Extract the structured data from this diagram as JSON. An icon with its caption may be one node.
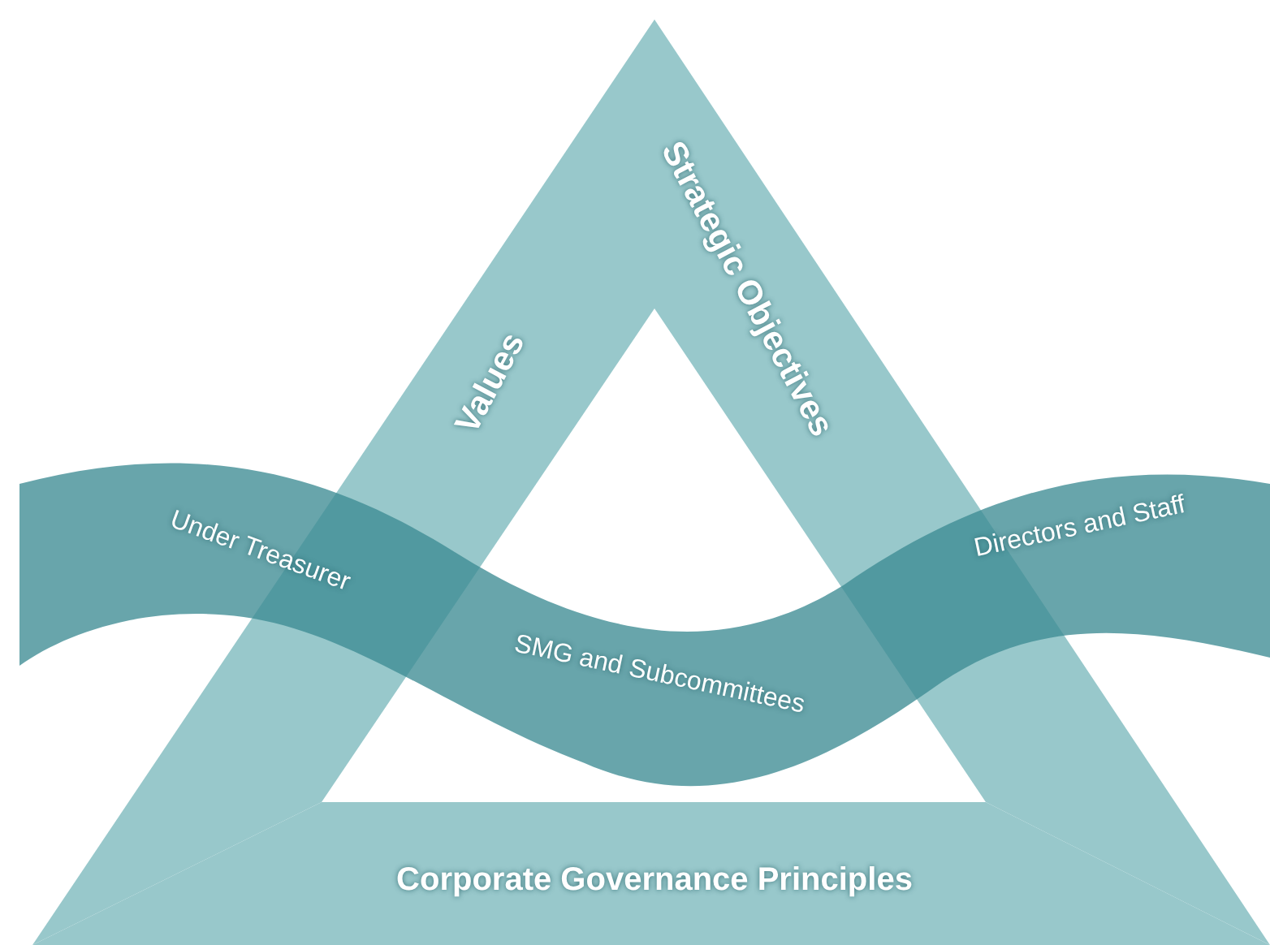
{
  "diagram": {
    "nodes": [
      {
        "text": [
          "Values"
        ]
      },
      {
        "text": [
          "Strategic Objectives"
        ]
      },
      {
        "text": [
          "Corporate Governance Principles"
        ]
      },
      {
        "text": [
          "Under Treasurer",
          "SMG and Subcommittees",
          "Directors and Staff"
        ]
      }
    ]
  }
}
